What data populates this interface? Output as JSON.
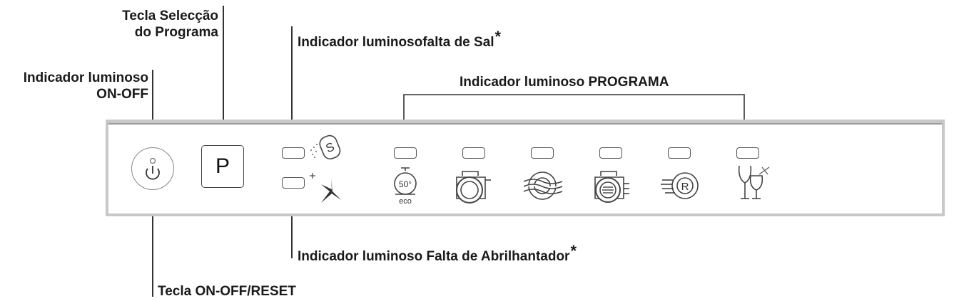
{
  "labels": {
    "program_key_line1": "Tecla Selecção",
    "program_key_line2": "do Programa",
    "power_led_line1": "Indicador luminoso",
    "power_led_line2": "ON-OFF",
    "salt_led": "Indicador luminosofalta de Sal",
    "salt_asterisk": "*",
    "program_led": "Indicador luminoso PROGRAMA",
    "rinse_aid_led": "Indicador luminoso Falta de Abrilhantador",
    "rinse_aid_asterisk": "*",
    "onoff_key": "Tecla ON-OFF/RESET"
  },
  "panel": {
    "program_key_symbol": "P",
    "salt_symbol": "S",
    "eco_temperature": "50°",
    "eco_label": "eco",
    "rapid_symbol": "R",
    "program_icons": [
      "eco-50-icon",
      "intensive-pot-icon",
      "normal-wash-icon",
      "daily-wash-icon",
      "rapid-wash-icon",
      "glass-icon"
    ],
    "other_icons": [
      "power-icon",
      "salt-icon",
      "rinse-aid-sparkle-icon"
    ]
  }
}
